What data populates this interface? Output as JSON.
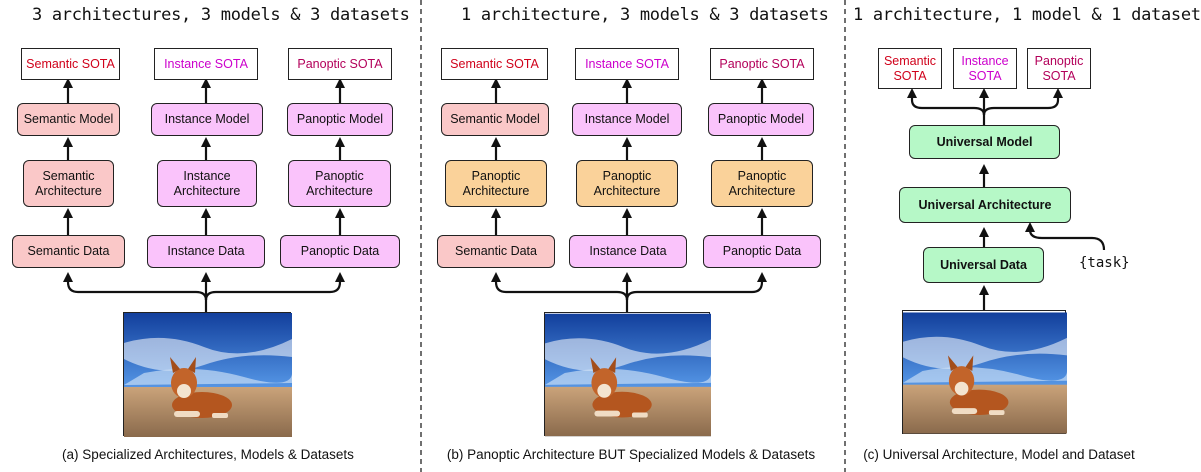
{
  "panels": [
    {
      "title": "3 architectures, 3 models & 3 datasets",
      "caption": "(a) Specialized Architectures, Models & Datasets",
      "columns": [
        {
          "sota": "Semantic SOTA",
          "model": "Semantic Model",
          "arch": "Semantic\nArchitecture",
          "data": "Semantic Data"
        },
        {
          "sota": "Instance SOTA",
          "model": "Instance Model",
          "arch": "Instance\nArchitecture",
          "data": "Instance Data"
        },
        {
          "sota": "Panoptic SOTA",
          "model": "Panoptic Model",
          "arch": "Panoptic\nArchitecture",
          "data": "Panoptic Data"
        }
      ]
    },
    {
      "title": "1 architecture, 3 models & 3 datasets",
      "caption": "(b) Panoptic Architecture BUT Specialized Models & Datasets",
      "columns": [
        {
          "sota": "Semantic SOTA",
          "model": "Semantic Model",
          "arch": "Panoptic\nArchitecture",
          "data": "Semantic Data"
        },
        {
          "sota": "Instance SOTA",
          "model": "Instance Model",
          "arch": "Panoptic\nArchitecture",
          "data": "Instance Data"
        },
        {
          "sota": "Panoptic SOTA",
          "model": "Panoptic Model",
          "arch": "Panoptic\nArchitecture",
          "data": "Panoptic Data"
        }
      ]
    },
    {
      "title": "1 architecture, 1 model & 1 dataset",
      "caption": "(c) Universal Architecture, Model and Dataset",
      "sota": [
        "Semantic\nSOTA",
        "Instance\nSOTA",
        "Panoptic\nSOTA"
      ],
      "model": "Universal Model",
      "arch": "Universal Architecture",
      "data": "Universal Data",
      "task": "{task}"
    }
  ],
  "colors": {
    "semantic_fill": "#fac8c8",
    "instance_fill": "#fac3fb",
    "panoptic_arch_fill": "#fad29a",
    "universal_fill": "#b6f8c7",
    "semantic_text": "#d0021b",
    "instance_text": "#cc00cc",
    "panoptic_text": "#b3005a"
  }
}
